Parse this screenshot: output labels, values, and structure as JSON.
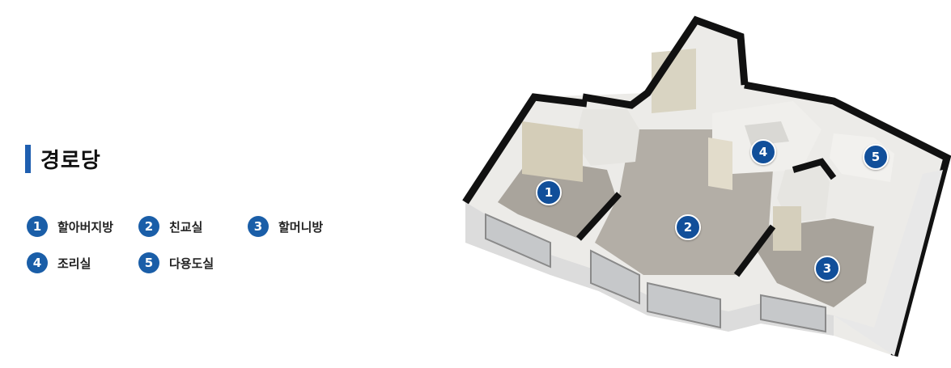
{
  "page": {
    "title": "경로당",
    "accent_color": "#1f5fb0"
  },
  "legend": [
    {
      "number": "1",
      "label": "할아버지방"
    },
    {
      "number": "2",
      "label": "친교실"
    },
    {
      "number": "3",
      "label": "할머니방"
    },
    {
      "number": "4",
      "label": "조리실"
    },
    {
      "number": "5",
      "label": "다용도실"
    }
  ],
  "floor_plan": {
    "image": "isometric-floor-plan",
    "markers": [
      "1",
      "2",
      "3",
      "4",
      "5"
    ]
  }
}
